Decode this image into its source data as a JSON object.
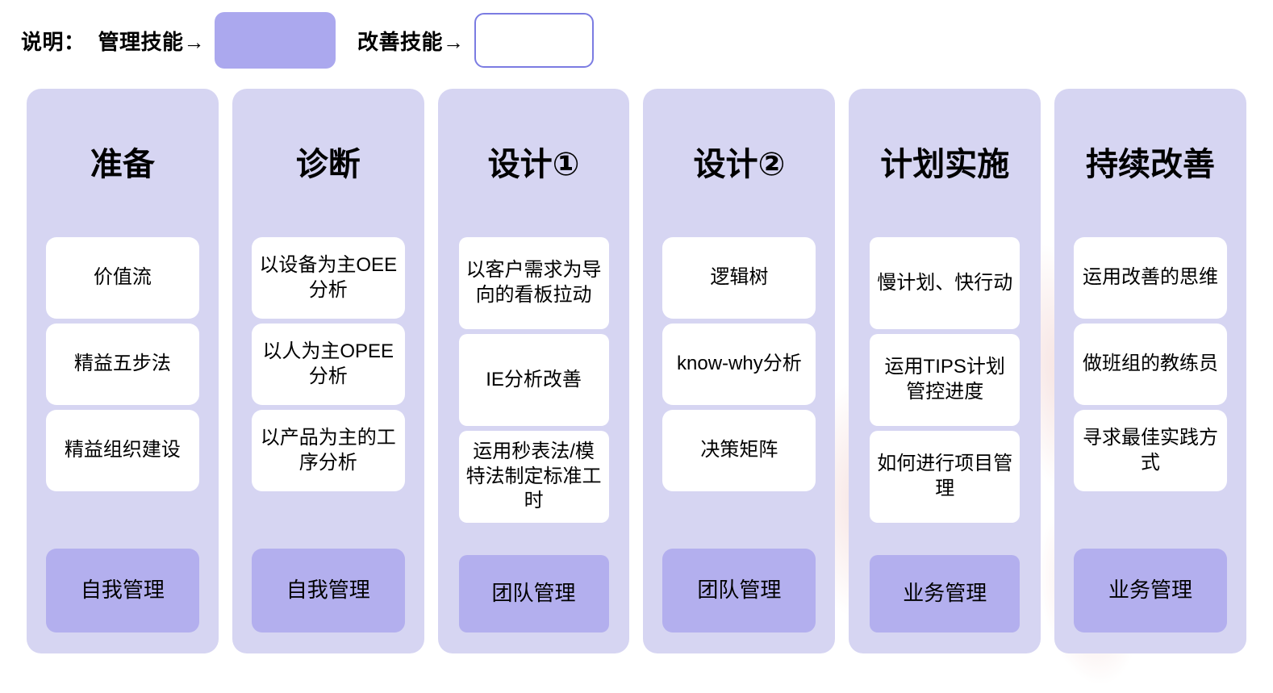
{
  "legend": {
    "prefix": "说明：",
    "items": [
      {
        "text": "管理技能→",
        "swatch": "filled",
        "color": "#ABA8EE"
      },
      {
        "text": "改善技能→",
        "swatch": "outline",
        "color": "#7B7CE2"
      }
    ]
  },
  "palette": {
    "page_background": "#FFFFFF",
    "column_background": "#D6D5F2",
    "card_background": "#FFFFFF",
    "footer_card_background": "#B3AFEE",
    "outline_border": "#7B7CE2",
    "text": "#000000"
  },
  "columns": [
    {
      "title": "准备",
      "layout": "wide",
      "cards": [
        "价值流",
        "精益五步法",
        "精益组织建设"
      ],
      "footer": "自我管理"
    },
    {
      "title": "诊断",
      "layout": "wide",
      "cards": [
        "以设备为主OEE分析",
        "以人为主OPEE分析",
        "以产品为主的工序分析"
      ],
      "footer": "自我管理"
    },
    {
      "title": "设计①",
      "layout": "narrow",
      "cards": [
        "以客户需求为导向的看板拉动",
        "IE分析改善",
        "运用秒表法/模特法制定标准工时"
      ],
      "footer": "团队管理"
    },
    {
      "title": "设计②",
      "layout": "wide",
      "cards": [
        "逻辑树",
        "know-why分析",
        "决策矩阵"
      ],
      "footer": "团队管理"
    },
    {
      "title": "计划实施",
      "layout": "narrow",
      "cards": [
        "慢计划、快行动",
        "运用TIPS计划管控进度",
        "如何进行项目管理"
      ],
      "footer": "业务管理"
    },
    {
      "title": "持续改善",
      "layout": "wide",
      "cards": [
        "运用改善的思维",
        "做班组的教练员",
        "寻求最佳实践方式"
      ],
      "footer": "业务管理"
    }
  ]
}
